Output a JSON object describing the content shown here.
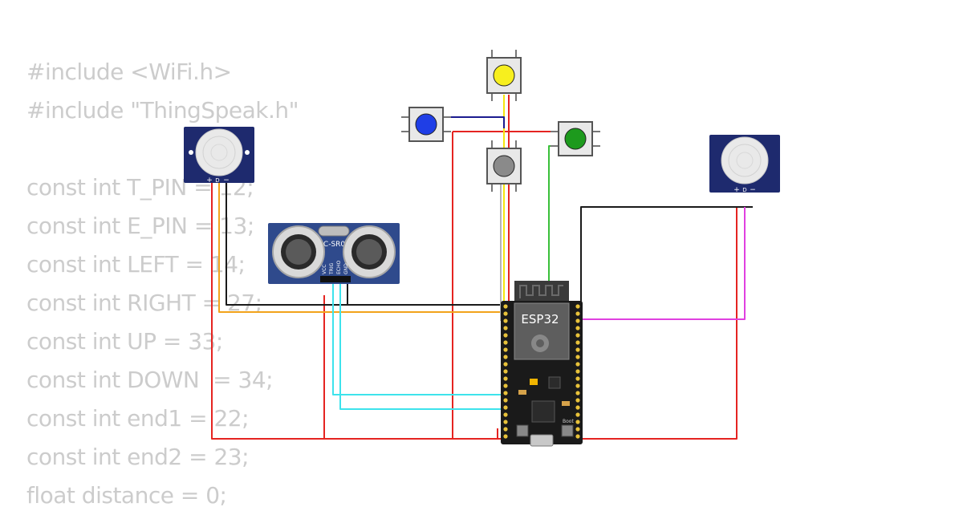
{
  "code_lines": [
    "#include <WiFi.h>",
    "#include \"ThingSpeak.h\"",
    "",
    "const int T_PIN = 12;",
    "const int E_PIN = 13;",
    "const int LEFT = 14;",
    "const int RIGHT = 27;",
    "const int UP = 33;",
    "const int DOWN  = 34;",
    "const int end1 = 22;",
    "const int end2 = 23;",
    "float distance = 0;"
  ],
  "ultrasonic": {
    "label": "HC-SR04",
    "pins": [
      "VCC",
      "TRIG",
      "ECHO",
      "GND"
    ]
  },
  "pir": {
    "pins": [
      "+",
      "D",
      "−"
    ]
  },
  "esp32": {
    "label": "ESP32",
    "boot_label": "Boot"
  },
  "buttons": [
    {
      "color_name": "yellow",
      "color": "#f7ef1e"
    },
    {
      "color_name": "blue",
      "color": "#1f3ee6"
    },
    {
      "color_name": "green",
      "color": "#1d9a1d"
    },
    {
      "color_name": "gray",
      "color": "#8a8a8a"
    }
  ],
  "wire_colors": {
    "red": "#e52421",
    "black": "#1a1a1a",
    "orange": "#f2a31b",
    "cyan": "#3de3ec",
    "yellow": "#f5e60f",
    "green": "#3ac03a",
    "navy": "#1b1b8f",
    "magenta": "#e040e0",
    "gray": "#b4b4b4"
  },
  "board_colors": {
    "pcb": "#1a1a1a",
    "module_blue": "#2f4a8c",
    "sensor_navy": "#1e2a6e"
  }
}
